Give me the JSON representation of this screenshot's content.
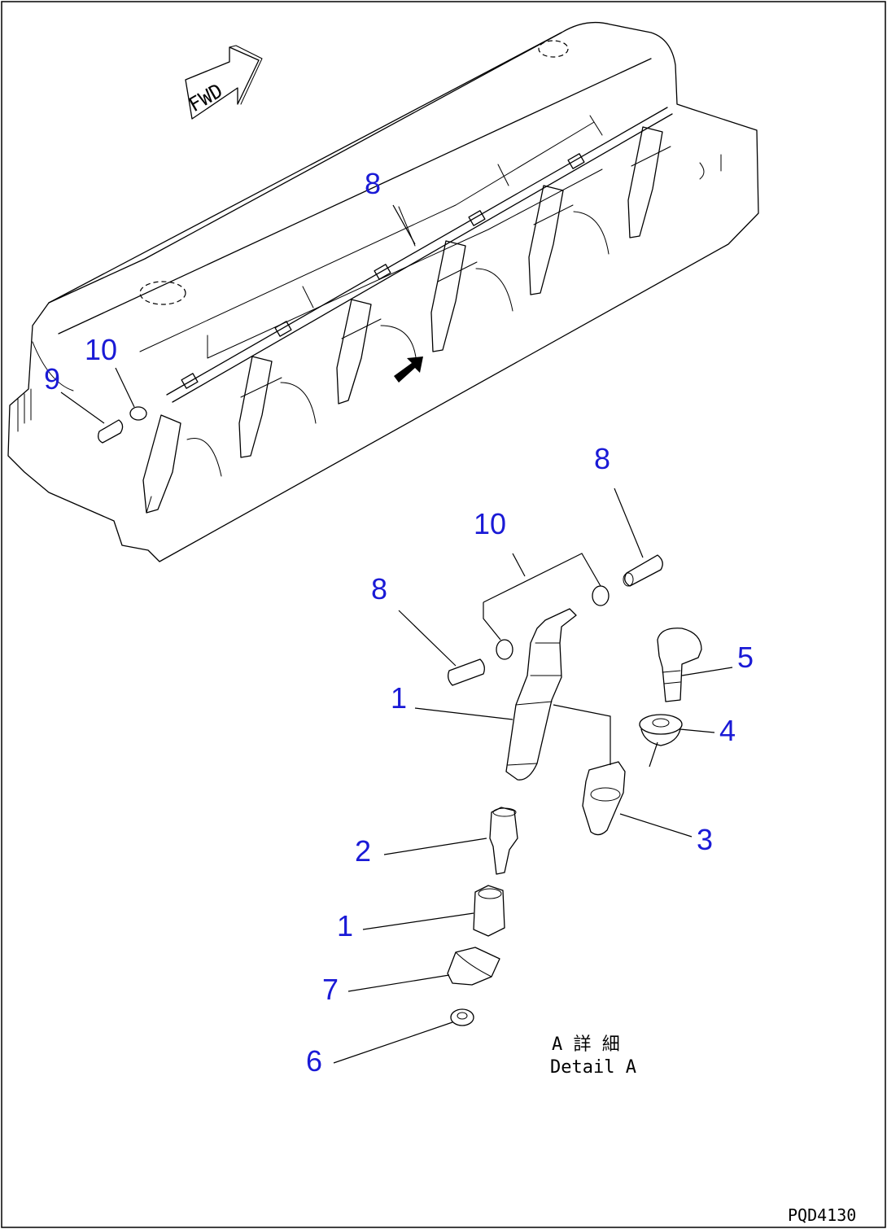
{
  "colors": {
    "callout": "#1a1ad6",
    "line": "#000000",
    "background": "#ffffff"
  },
  "fwd_label": "FWD",
  "callouts": [
    {
      "id": "c8-top",
      "text": "8"
    },
    {
      "id": "c10-left",
      "text": "10"
    },
    {
      "id": "c9",
      "text": "9"
    },
    {
      "id": "c8-right",
      "text": "8"
    },
    {
      "id": "c10-mid",
      "text": "10"
    },
    {
      "id": "c8-left",
      "text": "8"
    },
    {
      "id": "c5",
      "text": "5"
    },
    {
      "id": "c1-upper",
      "text": "1"
    },
    {
      "id": "c4",
      "text": "4"
    },
    {
      "id": "c3",
      "text": "3"
    },
    {
      "id": "c2",
      "text": "2"
    },
    {
      "id": "c1-lower",
      "text": "1"
    },
    {
      "id": "c7",
      "text": "7"
    },
    {
      "id": "c6",
      "text": "6"
    }
  ],
  "detail_caption": {
    "line1": "A 詳 細",
    "line2": "Detail A"
  },
  "drawing_code": "PQD4130"
}
